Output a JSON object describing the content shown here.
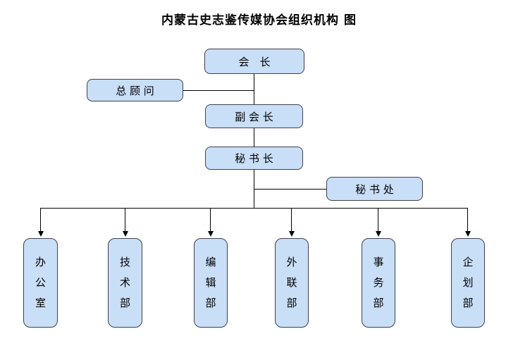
{
  "title": "内蒙古史志鉴传媒协会组织机构 图",
  "org": {
    "president": {
      "label": "会　长"
    },
    "chief_advisor": {
      "label": "总 顾 问"
    },
    "vice_president": {
      "label": "副 会 长"
    },
    "secretary_general": {
      "label": "秘 书 长"
    },
    "secretariat": {
      "label": "秘 书 处"
    },
    "departments": [
      {
        "label": "办公室"
      },
      {
        "label": "技术部"
      },
      {
        "label": "编辑部"
      },
      {
        "label": "外联部"
      },
      {
        "label": "事务部"
      },
      {
        "label": "企划部"
      }
    ]
  },
  "colors": {
    "background": "#ffffff",
    "box_fill": "#c9def7",
    "box_border": "#404050",
    "connector": "#000000",
    "text": "#000000"
  }
}
